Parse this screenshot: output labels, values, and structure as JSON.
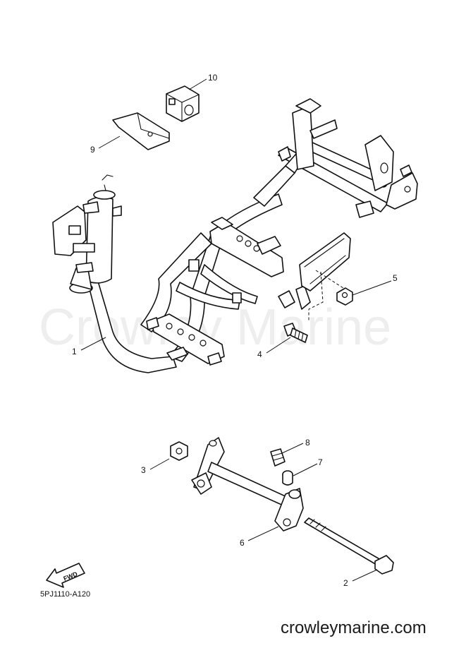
{
  "watermark": "Crowley Marine",
  "diagram_code": "5PJ1110-A120",
  "site_url": "crowleymarine.com",
  "fwd_label": "FWD",
  "callouts": {
    "c1": "1",
    "c2": "2",
    "c3": "3",
    "c4": "4",
    "c5": "5",
    "c6": "6",
    "c7": "7",
    "c8": "8",
    "c9": "9",
    "c10": "10"
  }
}
